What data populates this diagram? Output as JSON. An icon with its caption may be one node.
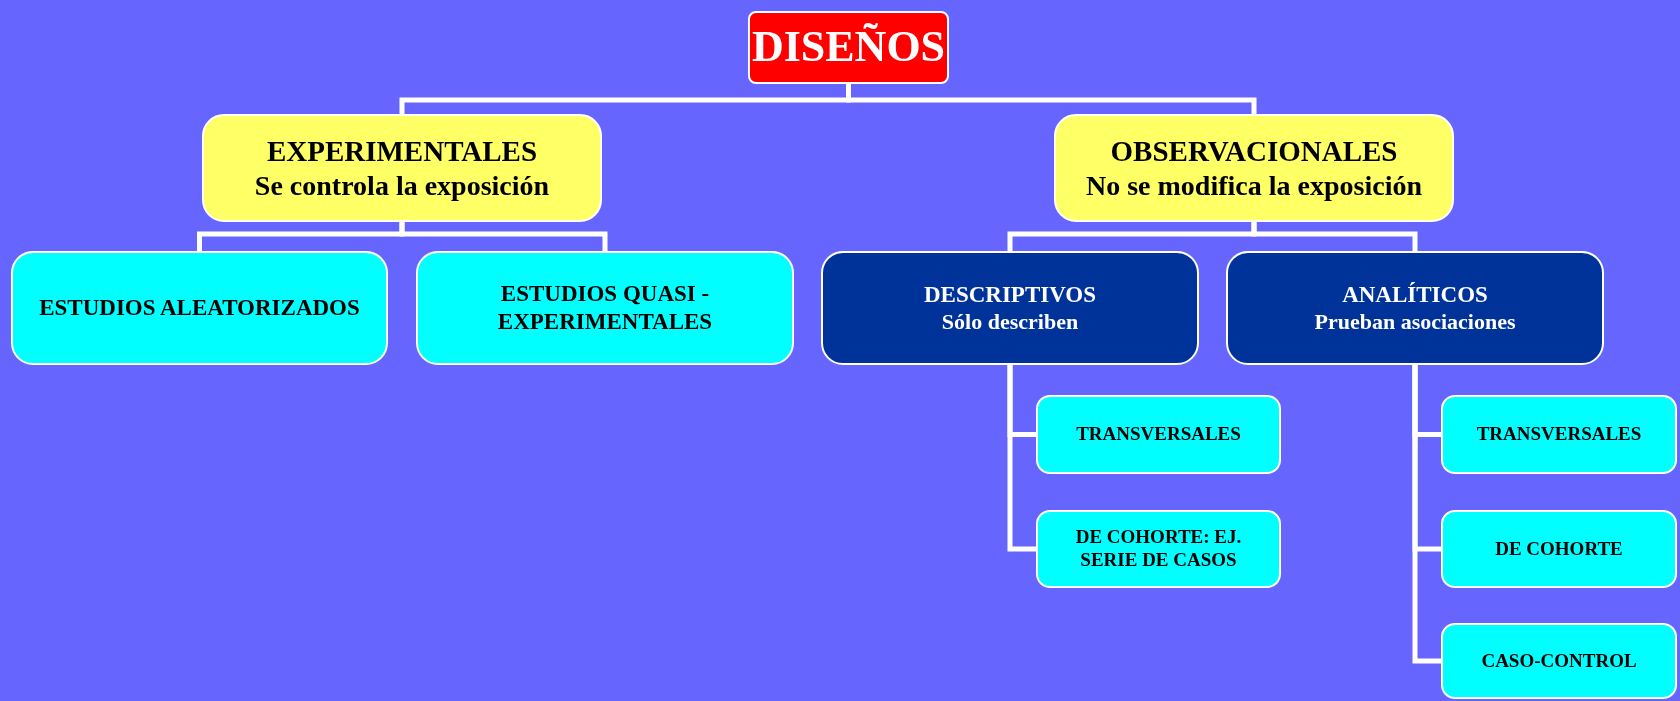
{
  "diagram": {
    "nodes": [
      {
        "text": [
          "DISEÑOS"
        ]
      },
      {
        "text": [
          "EXPERIMENTALES",
          "Se controla la exposición"
        ]
      },
      {
        "text": [
          "OBSERVACIONALES",
          "No se modifica la exposición"
        ]
      },
      {
        "text": [
          "ESTUDIOS ALEATORIZADOS"
        ]
      },
      {
        "text": [
          "ESTUDIOS QUASI -EXPERIMENTALES"
        ]
      },
      {
        "text": [
          "DESCRIPTIVOS",
          "Sólo describen"
        ]
      },
      {
        "text": [
          "ANALÍTICOS",
          "Prueban asociaciones"
        ]
      },
      {
        "text": [
          "TRANSVERSALES"
        ]
      },
      {
        "text": [
          "DE COHORTE: EJ. SERIE DE CASOS"
        ]
      },
      {
        "text": [
          "TRANSVERSALES"
        ]
      },
      {
        "text": [
          "DE COHORTE"
        ]
      },
      {
        "text": [
          "CASO-CONTROL"
        ]
      }
    ],
    "edges": [
      {
        "from": 0,
        "to": 1,
        "arrow": "none"
      },
      {
        "from": 0,
        "to": 2,
        "arrow": "none"
      },
      {
        "from": 1,
        "to": 3,
        "arrow": "none"
      },
      {
        "from": 1,
        "to": 4,
        "arrow": "none"
      },
      {
        "from": 2,
        "to": 5,
        "arrow": "none"
      },
      {
        "from": 2,
        "to": 6,
        "arrow": "none"
      },
      {
        "from": 5,
        "to": 7,
        "arrow": "none"
      },
      {
        "from": 5,
        "to": 8,
        "arrow": "none"
      },
      {
        "from": 6,
        "to": 9,
        "arrow": "none"
      },
      {
        "from": 6,
        "to": 10,
        "arrow": "none"
      },
      {
        "from": 6,
        "to": 11,
        "arrow": "none"
      }
    ]
  }
}
